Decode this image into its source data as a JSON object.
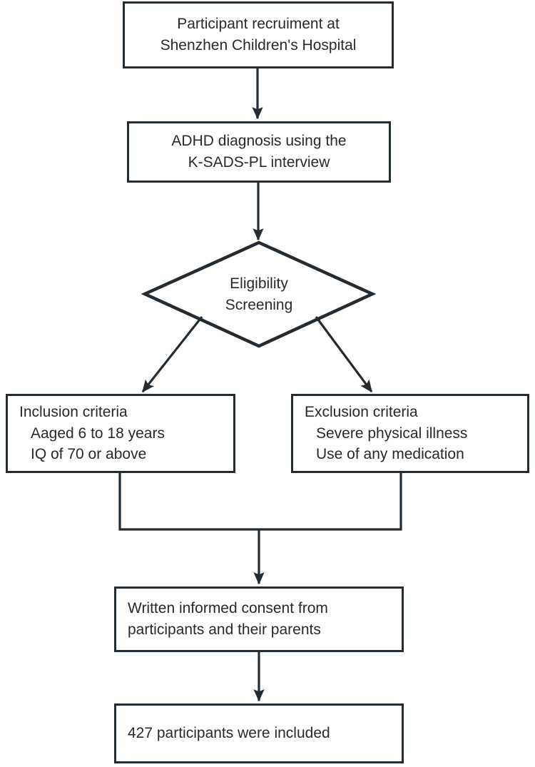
{
  "figure": {
    "type": "flowchart",
    "orientation": "top-to-bottom",
    "stroke_color": "#232b33",
    "text_color": "#2a2a2a",
    "background_color": "#ffffff"
  },
  "nodes": {
    "recruitment": {
      "shape": "rectangle",
      "align": "center",
      "lines": [
        "Participant recruiment at",
        "Shenzhen Children's Hospital"
      ]
    },
    "diagnosis": {
      "shape": "rectangle",
      "align": "center",
      "lines": [
        "ADHD diagnosis using the",
        "K-SADS-PL interview"
      ]
    },
    "eligibility": {
      "shape": "diamond",
      "align": "center",
      "lines": [
        "Eligibility",
        "Screening"
      ]
    },
    "inclusion": {
      "shape": "rectangle",
      "align": "left",
      "lines": [
        "Inclusion criteria",
        "Aaged 6 to 18 years",
        "IQ of 70 or above"
      ]
    },
    "exclusion": {
      "shape": "rectangle",
      "align": "left",
      "lines": [
        "Exclusion criteria",
        "Severe physical illness",
        "Use of any medication"
      ]
    },
    "consent": {
      "shape": "rectangle",
      "align": "left",
      "lines": [
        "Written informed consent from",
        "participants and their parents"
      ]
    },
    "included": {
      "shape": "rectangle",
      "align": "left",
      "lines": [
        "427 participants were included"
      ],
      "count": 427
    }
  },
  "edges": [
    {
      "from": "recruitment",
      "to": "diagnosis",
      "style": "straight-arrow"
    },
    {
      "from": "diagnosis",
      "to": "eligibility",
      "style": "straight-arrow"
    },
    {
      "from": "eligibility",
      "to": "inclusion",
      "style": "diagonal-arrow"
    },
    {
      "from": "eligibility",
      "to": "exclusion",
      "style": "diagonal-arrow"
    },
    {
      "from": "inclusion",
      "to": "consent",
      "style": "merge-bracket-arrow"
    },
    {
      "from": "exclusion",
      "to": "consent",
      "style": "merge-bracket-arrow"
    },
    {
      "from": "consent",
      "to": "included",
      "style": "straight-arrow"
    }
  ]
}
